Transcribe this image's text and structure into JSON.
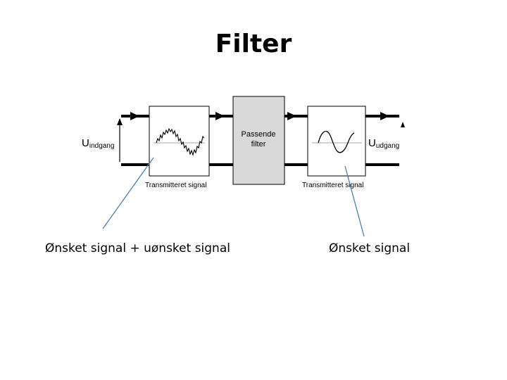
{
  "slide": {
    "title": "Filter"
  },
  "diagram": {
    "input_label_main": "U",
    "input_label_sub": "indgang",
    "output_label_main": "U",
    "output_label_sub": "udgang",
    "filter_label_line1": "Passende",
    "filter_label_line2": "filter",
    "left_box_caption": "Transmitteret signal",
    "right_box_caption": "Transmitteret signal",
    "colors": {
      "filter_fill": "#d9d9d9",
      "pointer_line": "#4f7fb0",
      "wire": "#000000"
    }
  },
  "captions": {
    "left": "Ønsket signal + uønsket signal",
    "right": "Ønsket signal"
  }
}
